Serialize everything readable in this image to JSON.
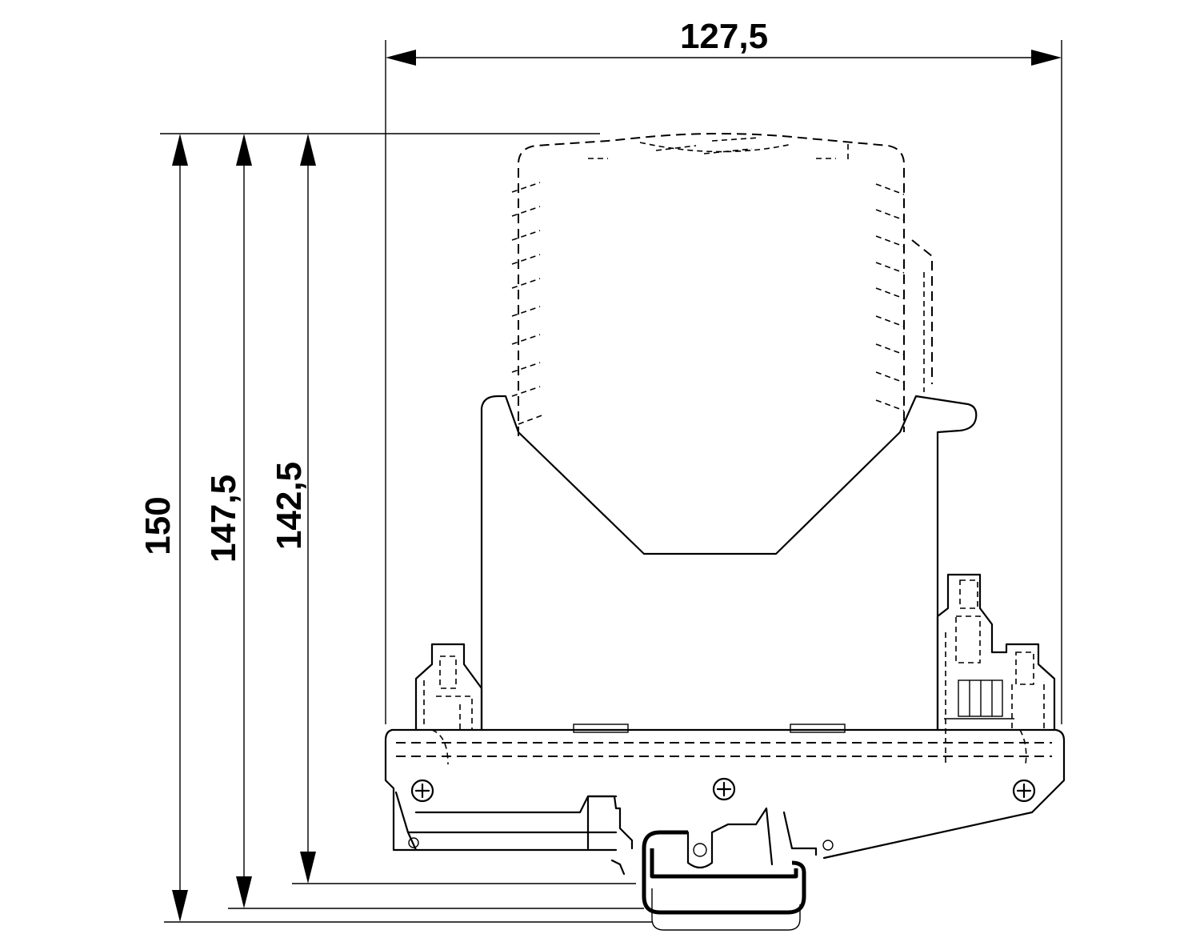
{
  "dimensions": {
    "width": "127,5",
    "height_total": "150",
    "height_mid": "147,5",
    "height_small": "142,5"
  },
  "colors": {
    "line": "#000000",
    "background": "#ffffff"
  }
}
